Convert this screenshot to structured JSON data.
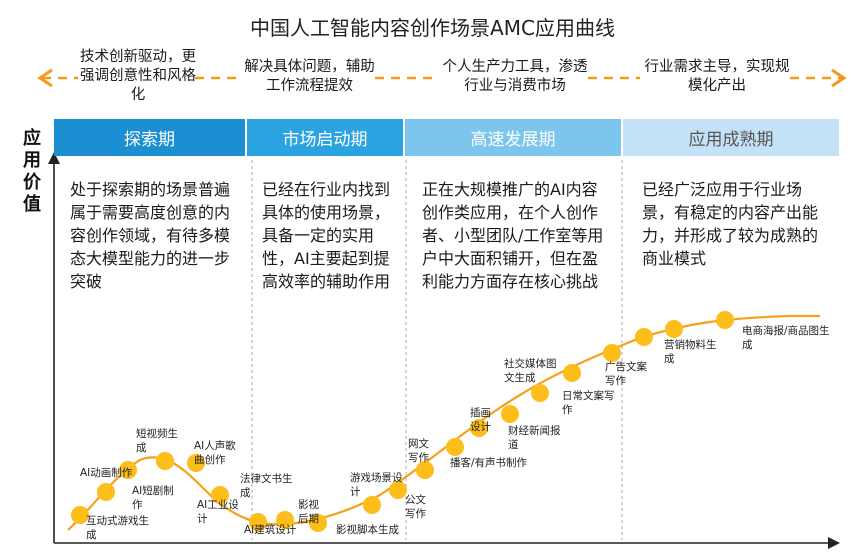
{
  "title": "中国人工智能内容创作场景AMC应用曲线",
  "top_notes": [
    "技术创新驱动，更强调创意性和风格化",
    "解决具体问题，辅助工作流程提效",
    "个人生产力工具，渗透行业与消费市场",
    "行业需求主导，实现规模化产出"
  ],
  "y_axis_label": "应用价值",
  "phases": [
    {
      "name": "探索期",
      "color": "#1b8fd1",
      "desc": "处于探索期的场景普遍属于需要高度创意的内容创作领域，有待多模态大模型能力的进一步突破"
    },
    {
      "name": "市场启动期",
      "color": "#2aa3e0",
      "desc": "已经在行业内找到具体的使用场景，具备一定的实用性，AI主要起到提高效率的辅助作用"
    },
    {
      "name": "高速发展期",
      "color": "#7cc6ee",
      "desc": "正在大规模推广的AI内容创作类应用，在个人创作者、小型团队/工作室等用户中大面积铺开，但在盈利能力方面存在核心挑战"
    },
    {
      "name": "应用成熟期",
      "color": "#c4e2f5",
      "desc": "已经广泛应用于行业场景，有稳定的内容产出能力，并形成了较为成熟的商业模式"
    }
  ],
  "points": [
    {
      "label": "互动式游戏生成"
    },
    {
      "label": "AI动画制作"
    },
    {
      "label": "AI短剧制作"
    },
    {
      "label": "短视频生成"
    },
    {
      "label": "AI人声歌曲创作"
    },
    {
      "label": "AI工业设计"
    },
    {
      "label": "AI建筑设计"
    },
    {
      "label": "法律文书生成"
    },
    {
      "label": "影视后期"
    },
    {
      "label": "影视脚本生成"
    },
    {
      "label": "游戏场景设计"
    },
    {
      "label": "公文写作"
    },
    {
      "label": "网文写作"
    },
    {
      "label": "播客/有声书制作"
    },
    {
      "label": "插画设计"
    },
    {
      "label": "财经新闻报道"
    },
    {
      "label": "社交媒体图文生成"
    },
    {
      "label": "日常文案写作"
    },
    {
      "label": "广告文案写作"
    },
    {
      "label": "营销物料生成"
    },
    {
      "label": "电商海报/商品图生成"
    }
  ],
  "colors": {
    "curve": "#f5a11c",
    "dot": "#fdbd1a",
    "arrow": "#f29a1c",
    "divider": "#aaaaaa"
  }
}
